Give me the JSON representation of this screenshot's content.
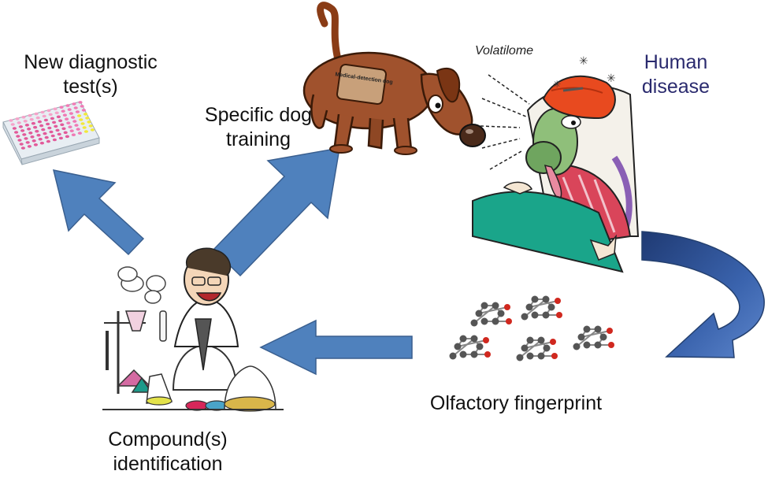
{
  "labels": {
    "new_test": "New diagnostic test(s)",
    "dog_training": "Specific dog training",
    "volatilome": "Volatilome",
    "human_disease": "Human disease",
    "olfactory": "Olfactory fingerprint",
    "compound": "Compound(s) identification",
    "dog_tag": "Medical-detection dog"
  },
  "colors": {
    "arrow_fill": "#4f81bd",
    "arrow_stroke": "#3a5f8f",
    "disease_text": "#2a2a6e",
    "dog_body": "#a0522d",
    "ice_pack": "#e84a1f",
    "blanket": "#1aa58a",
    "atom_dark": "#555555",
    "atom_red": "#d0281f"
  }
}
